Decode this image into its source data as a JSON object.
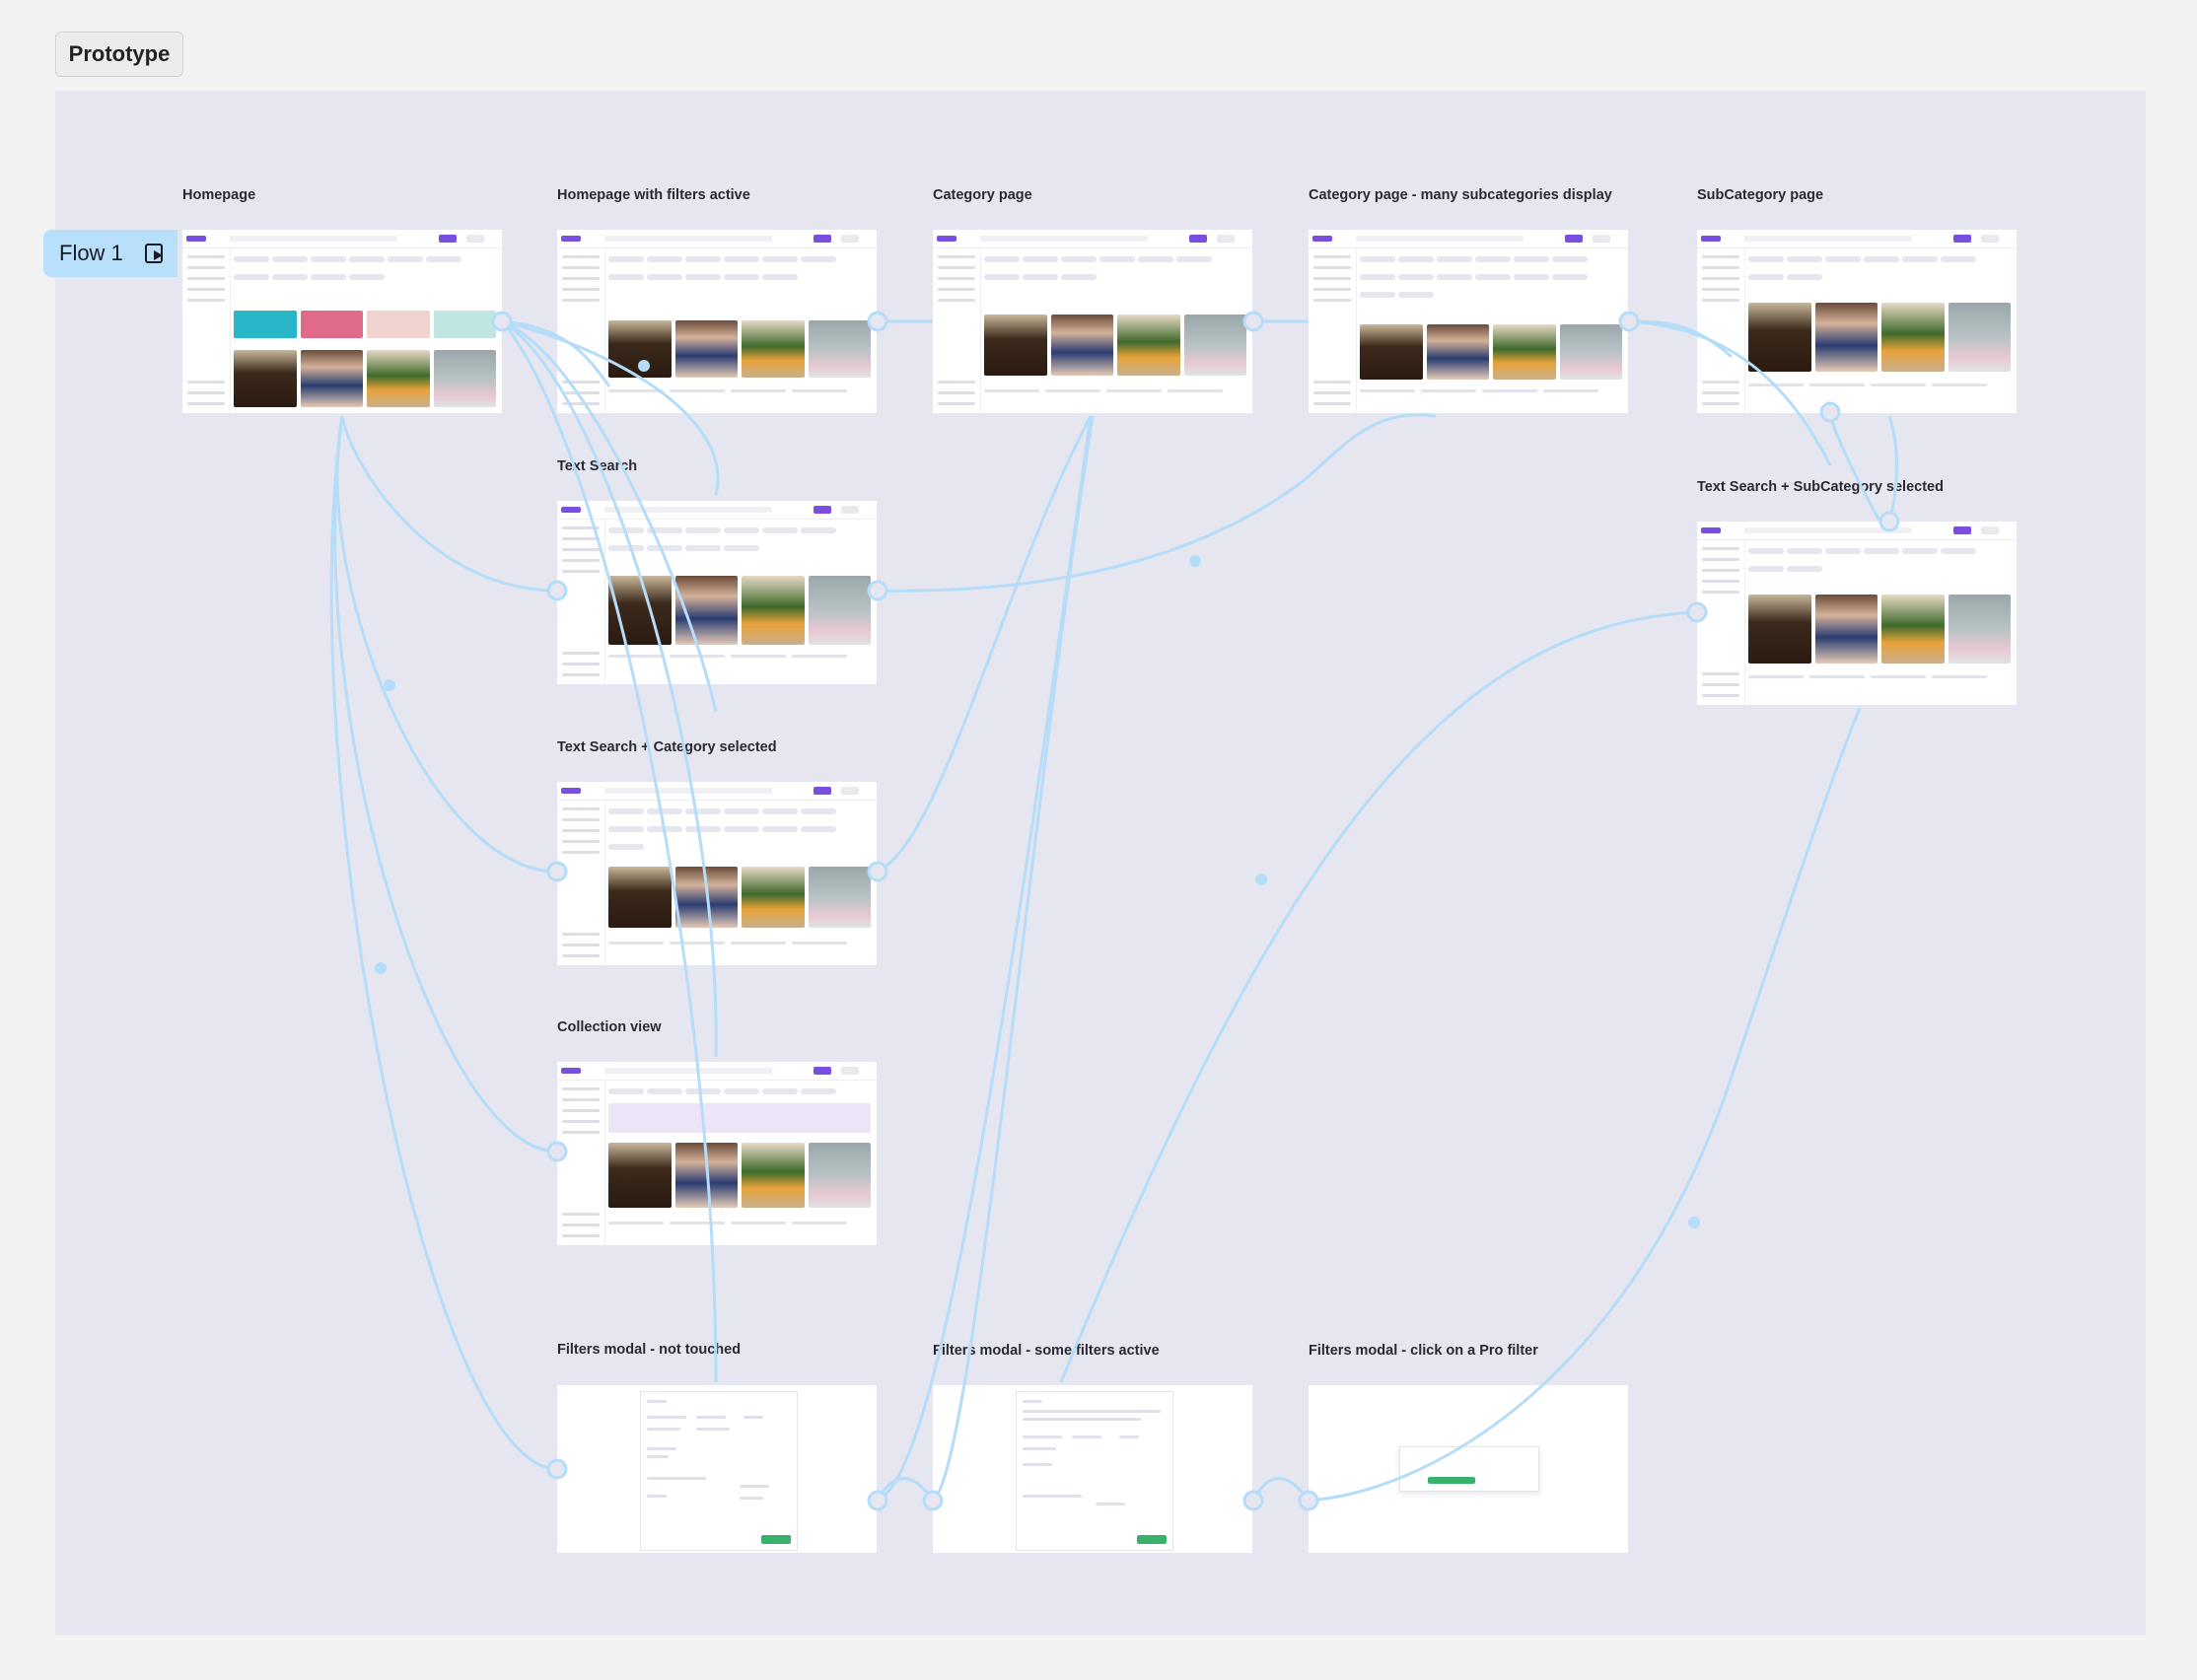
{
  "page_tab": {
    "label": "Prototype"
  },
  "flow": {
    "label": "Flow 1"
  },
  "colors": {
    "connector": "#b5dcf8",
    "canvas": "#e6e6f0",
    "accent": "#7a4ee0",
    "cta": "#38b26a"
  },
  "frames": {
    "homepage": {
      "label": "Homepage"
    },
    "homepage_filters": {
      "label": "Homepage with filters active"
    },
    "category": {
      "label": "Category page"
    },
    "category_many": {
      "label": "Category page - many subcategories display"
    },
    "subcategory": {
      "label": "SubCategory page"
    },
    "text_search": {
      "label": "Text Search"
    },
    "text_search_subcat": {
      "label": "Text Search + SubCategory selected"
    },
    "text_search_cat": {
      "label": "Text Search + Category selected"
    },
    "collection": {
      "label": "Collection view"
    },
    "filters_untouched": {
      "label": "Filters modal -  not touched"
    },
    "filters_some": {
      "label": "Filters modal - some filters active"
    },
    "filters_pro": {
      "label": "Filters modal - click on a Pro filter"
    }
  }
}
